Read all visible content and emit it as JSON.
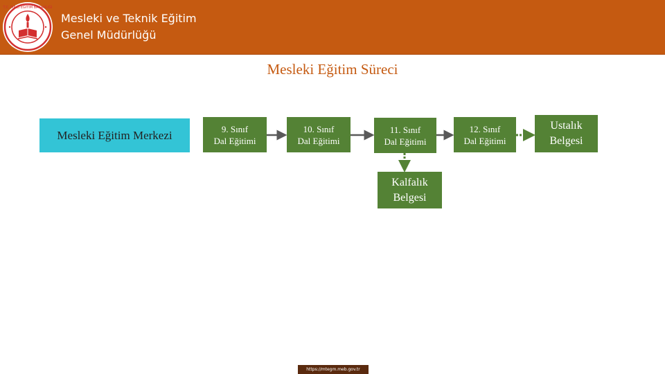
{
  "header": {
    "org_line1": "Mesleki ve Teknik Eğitim",
    "org_line2": "Genel Müdürlüğü",
    "logo_text": "T.C. MİLLÎ EĞİTİM BAKANLIĞI"
  },
  "diagram": {
    "title": "Mesleki Eğitim Süreci",
    "center": "Mesleki Eğitim Merkezi",
    "grades": [
      {
        "line1": "9. Sınıf",
        "line2": "Dal Eğitimi"
      },
      {
        "line1": "10. Sınıf",
        "line2": "Dal Eğitimi"
      },
      {
        "line1": "11. Sınıf",
        "line2": "Dal Eğitimi"
      },
      {
        "line1": "12. Sınıf",
        "line2": "Dal Eğitimi"
      }
    ],
    "ustalik": {
      "line1": "Ustalık",
      "line2": "Belgesi"
    },
    "kalfalik": {
      "line1": "Kalfalık",
      "line2": "Belgesi"
    }
  },
  "footer": {
    "url": "https://mtegm.meb.gov.tr"
  },
  "colors": {
    "header": "#c55a11",
    "box_green": "#548235",
    "center_cyan": "#33c4d6",
    "arrow_gray": "#595959"
  }
}
